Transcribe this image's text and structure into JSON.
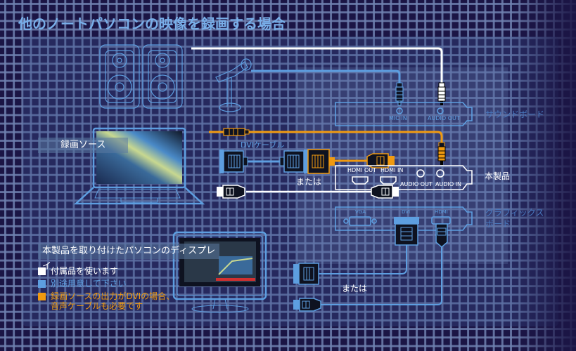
{
  "title": "他のノートパソコンの映像を録画する場合",
  "colors": {
    "background": "#1b1545",
    "title": "#78aee8",
    "white_cable": "#ffffff",
    "blue_cable": "#5d9ee0",
    "orange_cable": "#f09a10"
  },
  "devices": {
    "recording_source": "録画ソース",
    "display": "本製品を取り付けたパソコンのディスプレイ",
    "sound_board": "サウンドボード",
    "product": "本製品",
    "graphics_board": "グラフィックス\nボード",
    "graphics_board_line1": "グラフィックス",
    "graphics_board_line2": "ボード"
  },
  "ports": {
    "sound_board": [
      "MIC IN",
      "AUDIO OUT"
    ],
    "product_top": [
      "HDMI OUT",
      "HDMI IN"
    ],
    "product_bottom": [
      "AUDIO OUT",
      "AUDIO IN"
    ],
    "graphics_board": [
      "VGA",
      "DVI",
      "HDMI"
    ]
  },
  "cables": {
    "dvi_cable": "DVIケーブル",
    "or_label_1": "または",
    "or_label_2": "または"
  },
  "legend": [
    {
      "color": "#ffffff",
      "text": "付属品を使います",
      "class": "white"
    },
    {
      "color": "#5d9ee0",
      "text": "別途用意して下さい",
      "class": "blue"
    },
    {
      "color": "#f09a10",
      "text_line1": "録画ソースの出力がDVIの場合、",
      "text_line2": "音声ケーブルも必要です",
      "class": "orange"
    }
  ]
}
